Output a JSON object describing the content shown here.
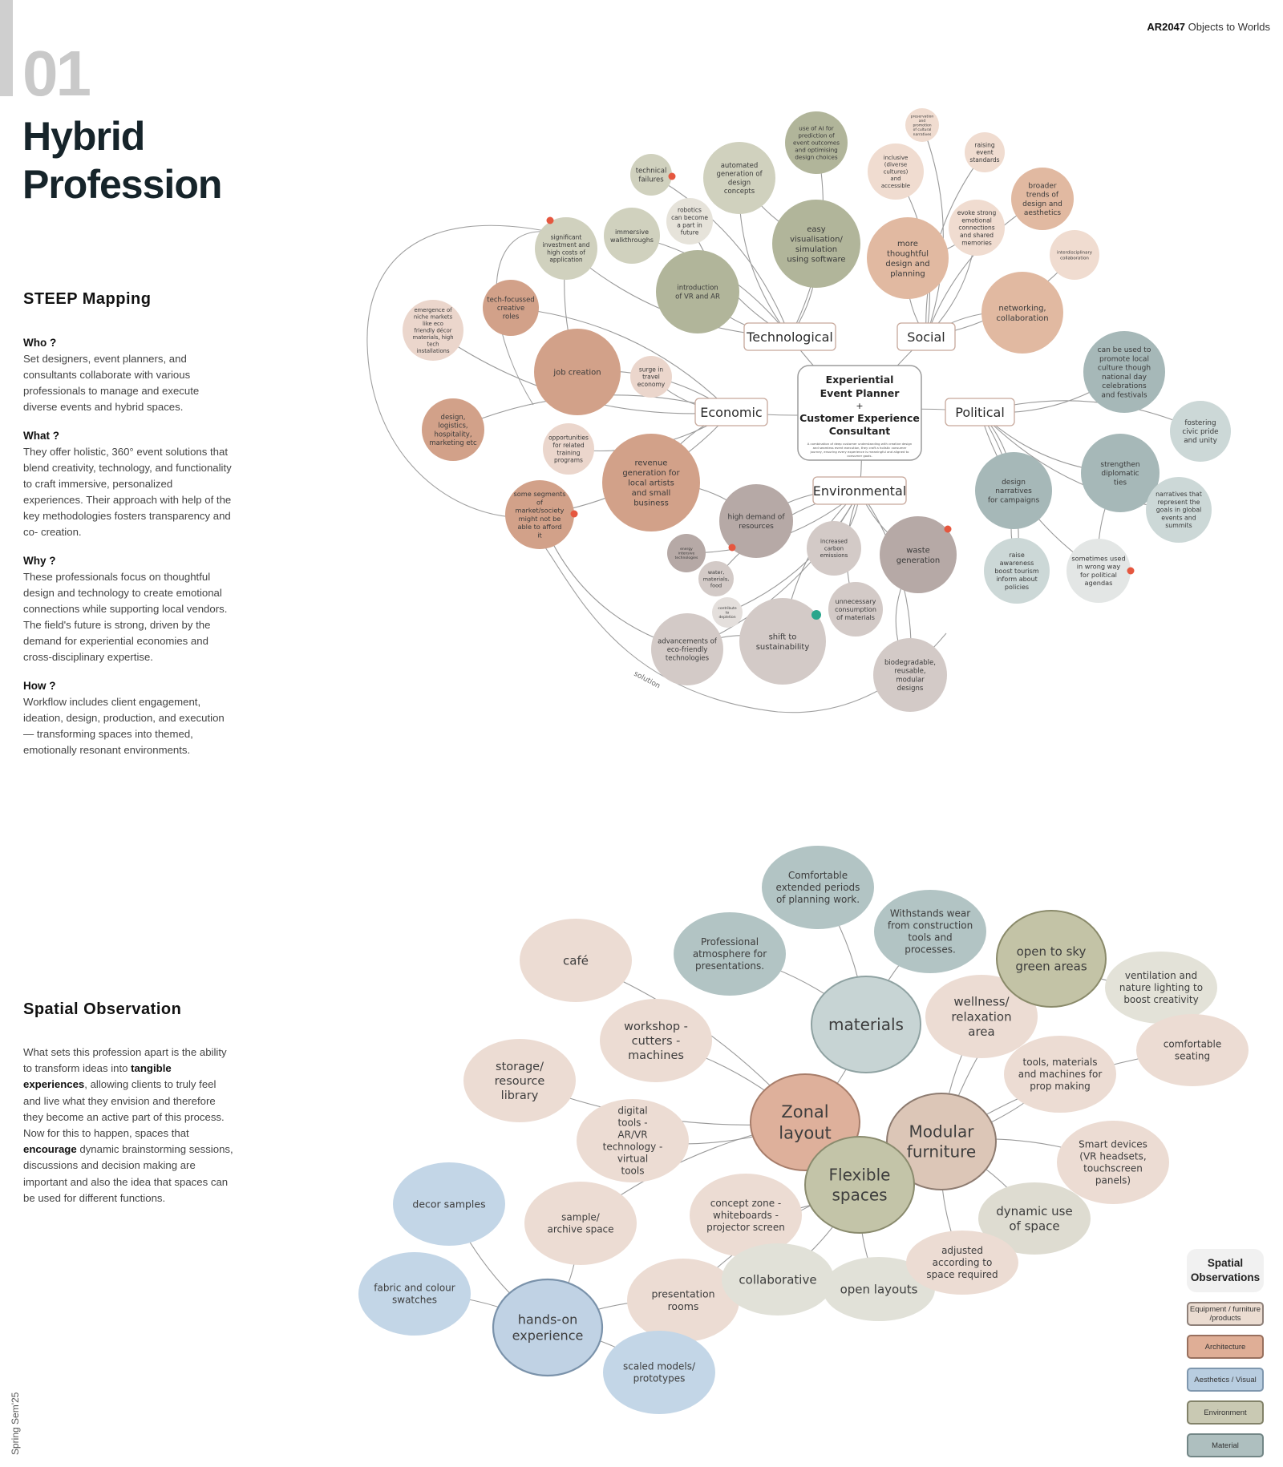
{
  "header": {
    "course_code": "AR2047",
    "course_name": "Objects to Worlds",
    "number": "01",
    "title_line1": "Hybrid",
    "title_line2": "Profession",
    "semester": "Spring Sem'25"
  },
  "steep": {
    "heading": "STEEP Mapping",
    "who_q": "Who ?",
    "who_a": "Set designers, event planners, and consultants collaborate with various professionals to manage and execute diverse events and hybrid spaces.",
    "what_q": "What ?",
    "what_a": "They offer holistic, 360° event solutions that blend creativity, technology, and functionality to craft immersive, personalized experiences. Their approach with help of the key methodologies fosters transparency and co- creation.",
    "why_q": "Why ?",
    "why_a": "These professionals focus on thoughtful design and technology to create emotional connections while supporting local vendors. The field's future is strong, driven by the demand for experiential economies and cross-disciplinary expertise.",
    "how_q": "How ?",
    "how_a": "Workflow includes client engagement, ideation, design, production, and execution — transforming spaces into themed, emotionally resonant environments."
  },
  "spatial": {
    "heading": "Spatial Observation",
    "p1": "What sets this profession apart is the ability to transform ideas into ",
    "b1": "tangible experiences",
    "p2": ", allowing clients to truly feel and live what they envision and therefore they become an active part of this process. Now for this to happen, spaces that ",
    "b2": "encourage",
    "p3": " dynamic brainstorming sessions, discussions and decision making are important and also the idea that spaces can be used for different functions."
  },
  "colors": {
    "economic": "#d2a189",
    "economic_light": "#ebd6cc",
    "social": "#e1b9a1",
    "social_light": "#f0dcd0",
    "tech": "#b1b59a",
    "tech_light": "#d0d1be",
    "political": "#a6b8b8",
    "political_light": "#ccd8d7",
    "env": "#b6a9a6",
    "env_light": "#d3cac7",
    "dot_red": "#e5573f",
    "dot_green": "#2aa68c"
  },
  "mindmap": {
    "center": {
      "title": "Experiential Event Planner",
      "plus": "+",
      "subtitle": "Customer Experience Consultant",
      "note": "A combination of deep customer understanding with creative design and seamless event execution, they craft a holistic consumer journey, ensuring every experience is meaningful and aligned to consumer goals."
    },
    "categories": [
      "Technological",
      "Social",
      "Economic",
      "Political",
      "Environmental"
    ],
    "solution_label": "solution",
    "tech_nodes": [
      "technical failures",
      "automated generation of design concepts",
      "use of AI for prediction of event outcomes and optimising design choices",
      "significant investment and high costs of application",
      "immersive walkthroughs",
      "robotics can become a part in future",
      "easy visualisation/ simulation using software",
      "introduction of VR and AR"
    ],
    "social_nodes": [
      "preservation and promotion of cultural narratives",
      "raising event standards",
      "inclusive (diverse cultures) and accessible",
      "broader trends of design and aesthetics",
      "evoke strong emotional connections and shared memories",
      "more thoughtful design and planning",
      "interdisciplinary collaboration",
      "networking, collaboration"
    ],
    "economic_nodes": [
      "tech-focussed creative roles",
      "emergence of niche markets like eco friendly décor materials, high tech installations",
      "job creation",
      "surge in travel economy",
      "design, logistics, hospitality, marketing etc",
      "opportunities for related training programs",
      "revenue generation for local artists and small business",
      "some segments of market/society might not be able to afford it"
    ],
    "political_nodes": [
      "can be used to promote local culture though national day celebrations and festivals",
      "fostering civic pride and unity",
      "strengthen diplomatic ties",
      "design narratives for campaigns",
      "narratives that represent the goals in global events and summits",
      "raise awareness boost tourism inform about policies",
      "sometimes used in wrong way for political agendas"
    ],
    "env_nodes": [
      "high demand of resources",
      "energy intensive technologies",
      "water, materials, food",
      "increased carbon emissions",
      "waste generation",
      "contribute to depletion",
      "unnecessary consumption of materials",
      "advancements of eco-friendly technologies",
      "shift to sustainability",
      "biodegradable, reusable, modular designs"
    ]
  },
  "bubbles": {
    "zonal": "Zonal layout",
    "modular": "Modular furniture",
    "flexible": "Flexible spaces",
    "materials": "materials",
    "hands_on": "hands-on experience",
    "cafe": "café",
    "storage": "storage/ resource library",
    "workshop": "workshop - cutters - machines",
    "digital": "digital tools - AR/VR technology - virtual tools",
    "sample_archive": "sample/ archive space",
    "concept_zone": "concept zone - whiteboards - projector screen",
    "presentation": "presentation rooms",
    "decor": "decor samples",
    "fabric": "fabric and colour swatches",
    "scaled": "scaled models/ prototypes",
    "collaborative": "collaborative",
    "open_layouts": "open layouts",
    "dynamic": "dynamic use of space",
    "adjusted": "adjusted according to space required",
    "smart": "Smart devices (VR headsets, touchscreen panels)",
    "tools": "tools, materials and machines for prop making",
    "wellness": "wellness/ relaxation area",
    "open_sky": "open to sky green areas",
    "ventilation": "ventilation and nature lighting to boost creativity",
    "comfortable_seating": "comfortable seating",
    "comfortable_ext": "Comfortable extended periods of planning work.",
    "withstands": "Withstands wear from construction tools and processes.",
    "professional": "Professional atmosphere for presentations."
  },
  "legend": {
    "title": "Spatial Observations",
    "items": [
      "Equipment / furniture /products",
      "Architecture",
      "Aesthetics / Visual",
      "Environment",
      "Material"
    ]
  }
}
